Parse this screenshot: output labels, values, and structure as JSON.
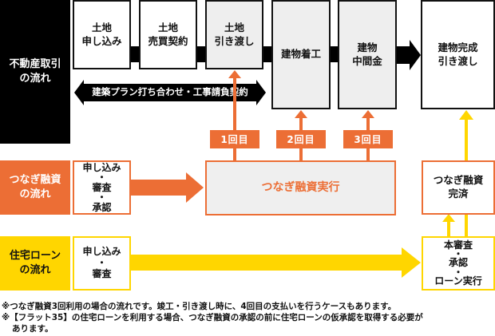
{
  "rows": {
    "real_estate": {
      "label": "不動産取引\nの流れ",
      "steps": [
        {
          "label": "土地\n申し込み"
        },
        {
          "label": "土地\n売買契約"
        },
        {
          "label": "土地\n引き渡し"
        },
        {
          "label": "建物着工"
        },
        {
          "label": "建物\n中間金"
        },
        {
          "label": "建物完成\n引き渡し"
        }
      ],
      "double_arrow_label": "建築プラン打ち合わせ・工事請負契約"
    },
    "bridge_loan": {
      "label": "つなぎ融資\nの流れ",
      "application_label": "申し込み\n・\n審査\n・\n承認",
      "execution_label": "つなぎ融資実行",
      "payments": [
        {
          "label": "1回目"
        },
        {
          "label": "2回目"
        },
        {
          "label": "3回目"
        }
      ],
      "repaid_label": "つなぎ融資\n完済"
    },
    "mortgage": {
      "label": "住宅ローン\nの流れ",
      "application_label": "申し込み\n・\n審査",
      "final_label": "本審査\n・\n承認\n・\nローン実行"
    }
  },
  "notes": [
    "※つなぎ融資3回利用の場合の流れです。竣工・引き渡し時に、4回目の支払いを行うケースもあります。",
    "※【フラット35】の住宅ローンを利用する場合、つなぎ融資の承認の前に住宅ローンの仮承認を取得する必要が",
    "あります。"
  ],
  "colors": {
    "black": "#000000",
    "orange": "#ec6e35",
    "yellow": "#ffd600",
    "gray": "#eeeeee"
  }
}
